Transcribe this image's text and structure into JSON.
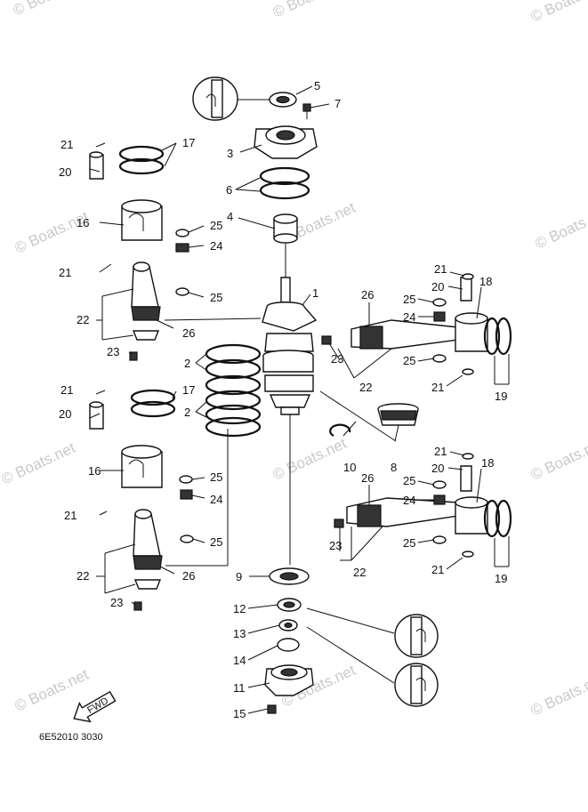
{
  "watermark": "© Boats.net",
  "catalog_code": "6E52010 3030",
  "fwd_label": "FWD",
  "callouts": {
    "c1": "1",
    "c2a": "2",
    "c2b": "2",
    "c3": "3",
    "c4": "4",
    "c5": "5",
    "c6": "6",
    "c7": "7",
    "c8": "8",
    "c9": "9",
    "c10": "10",
    "c11": "11",
    "c12": "12",
    "c13": "13",
    "c14": "14",
    "c15": "15",
    "c16a": "16",
    "c16b": "16",
    "c17a": "17",
    "c17b": "17",
    "c18a": "18",
    "c18b": "18",
    "c19a": "19",
    "c19b": "19",
    "c20a": "20",
    "c20b": "20",
    "c20c": "20",
    "c20d": "20",
    "c21a": "21",
    "c21b": "21",
    "c21c": "21",
    "c21d": "21",
    "c21e": "21",
    "c21f": "21",
    "c21g": "21",
    "c21h": "21",
    "c22a": "22",
    "c22b": "22",
    "c22c": "22",
    "c22d": "22",
    "c23a": "23",
    "c23b": "23",
    "c23c": "23",
    "c23d": "23",
    "c24a": "24",
    "c24b": "24",
    "c24c": "24",
    "c24d": "24",
    "c25a": "25",
    "c25b": "25",
    "c25c": "25",
    "c25d": "25",
    "c25e": "25",
    "c25f": "25",
    "c25g": "25",
    "c25h": "25",
    "c26a": "26",
    "c26b": "26",
    "c26c": "26",
    "c26d": "26"
  }
}
